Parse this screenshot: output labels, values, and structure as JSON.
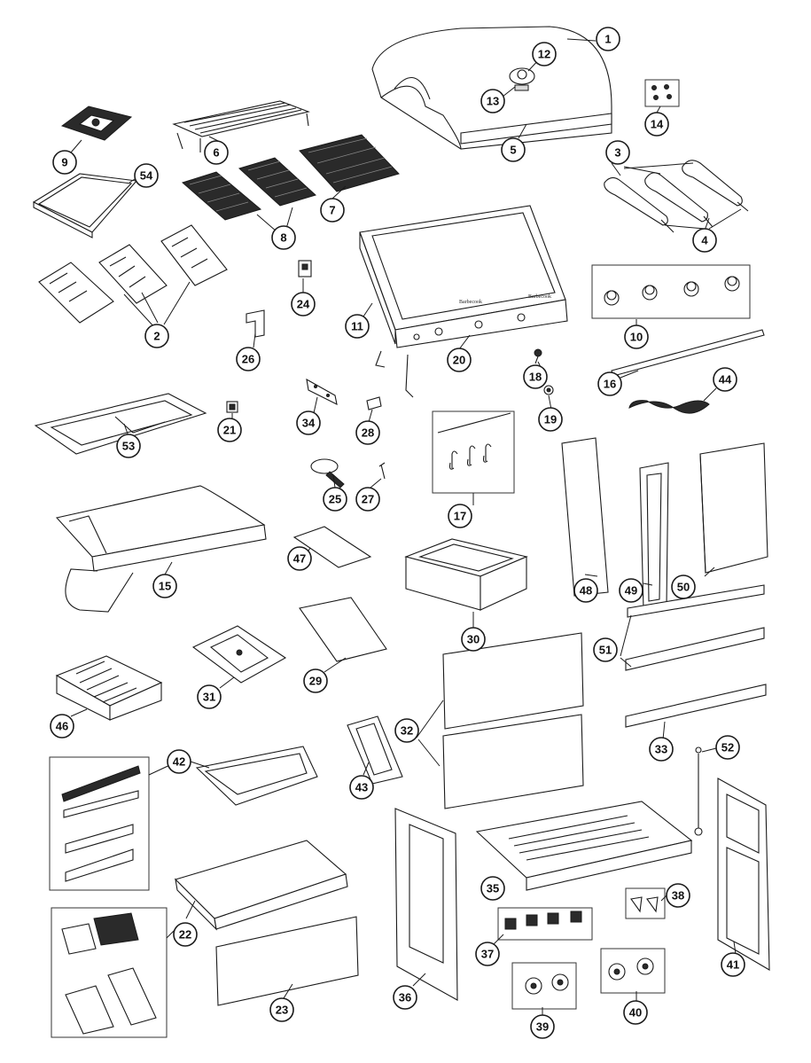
{
  "diagram": {
    "callouts": [
      {
        "id": "c1",
        "label": "1"
      },
      {
        "id": "c2",
        "label": "2"
      },
      {
        "id": "c3",
        "label": "3"
      },
      {
        "id": "c4",
        "label": "4"
      },
      {
        "id": "c5",
        "label": "5"
      },
      {
        "id": "c6",
        "label": "6"
      },
      {
        "id": "c7",
        "label": "7"
      },
      {
        "id": "c8",
        "label": "8"
      },
      {
        "id": "c9",
        "label": "9"
      },
      {
        "id": "c10",
        "label": "10"
      },
      {
        "id": "c11",
        "label": "11"
      },
      {
        "id": "c12",
        "label": "12"
      },
      {
        "id": "c13",
        "label": "13"
      },
      {
        "id": "c14",
        "label": "14"
      },
      {
        "id": "c15",
        "label": "15"
      },
      {
        "id": "c16",
        "label": "16"
      },
      {
        "id": "c17",
        "label": "17"
      },
      {
        "id": "c18",
        "label": "18"
      },
      {
        "id": "c19",
        "label": "19"
      },
      {
        "id": "c20",
        "label": "20"
      },
      {
        "id": "c21",
        "label": "21"
      },
      {
        "id": "c22",
        "label": "22"
      },
      {
        "id": "c23",
        "label": "23"
      },
      {
        "id": "c24",
        "label": "24"
      },
      {
        "id": "c25",
        "label": "25"
      },
      {
        "id": "c26",
        "label": "26"
      },
      {
        "id": "c27",
        "label": "27"
      },
      {
        "id": "c28",
        "label": "28"
      },
      {
        "id": "c29",
        "label": "29"
      },
      {
        "id": "c30",
        "label": "30"
      },
      {
        "id": "c31",
        "label": "31"
      },
      {
        "id": "c32",
        "label": "32"
      },
      {
        "id": "c33",
        "label": "33"
      },
      {
        "id": "c34",
        "label": "34"
      },
      {
        "id": "c35",
        "label": "35"
      },
      {
        "id": "c36",
        "label": "36"
      },
      {
        "id": "c37",
        "label": "37"
      },
      {
        "id": "c38",
        "label": "38"
      },
      {
        "id": "c39",
        "label": "39"
      },
      {
        "id": "c40",
        "label": "40"
      },
      {
        "id": "c41",
        "label": "41"
      },
      {
        "id": "c42",
        "label": "42"
      },
      {
        "id": "c43",
        "label": "43"
      },
      {
        "id": "c44",
        "label": "44"
      },
      {
        "id": "c46",
        "label": "46"
      },
      {
        "id": "c47",
        "label": "47"
      },
      {
        "id": "c48",
        "label": "48"
      },
      {
        "id": "c49",
        "label": "49"
      },
      {
        "id": "c50",
        "label": "50"
      },
      {
        "id": "c51",
        "label": "51"
      },
      {
        "id": "c52",
        "label": "52"
      },
      {
        "id": "c53",
        "label": "53"
      },
      {
        "id": "c54",
        "label": "54"
      }
    ],
    "brand_marks": [
      "Barbecook",
      "Barbecook"
    ]
  }
}
